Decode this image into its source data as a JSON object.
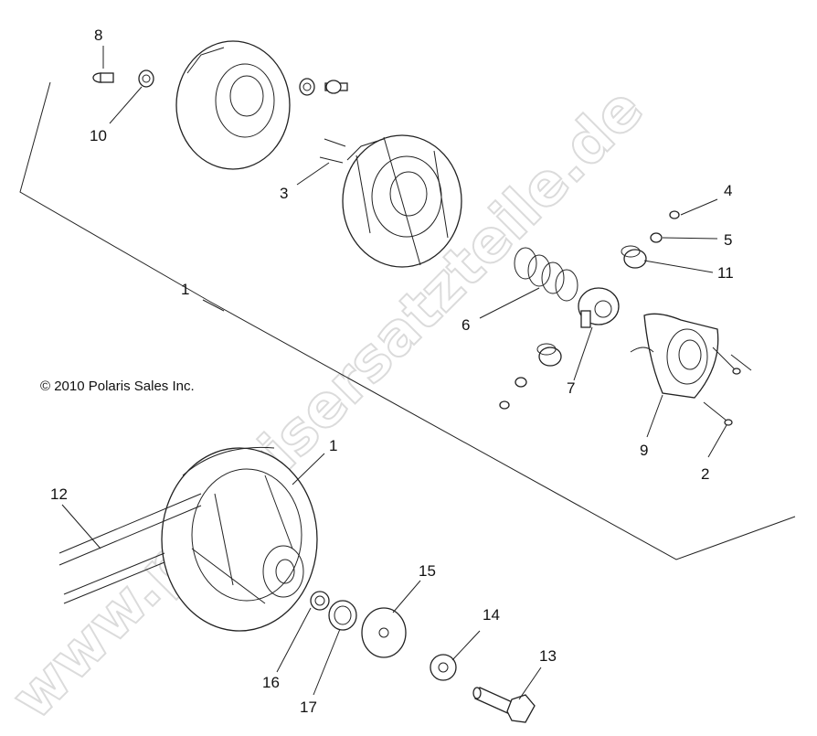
{
  "copyright": "© 2010 Polaris Sales Inc.",
  "watermark": "www.polarisersatzteile.de",
  "callouts": {
    "c1_top": "1",
    "c1_bottom": "1",
    "c2": "2",
    "c3": "3",
    "c4": "4",
    "c5": "5",
    "c6": "6",
    "c7": "7",
    "c8": "8",
    "c9": "9",
    "c10": "10",
    "c11": "11",
    "c12": "12",
    "c13": "13",
    "c14": "14",
    "c15": "15",
    "c16": "16",
    "c17": "17"
  }
}
